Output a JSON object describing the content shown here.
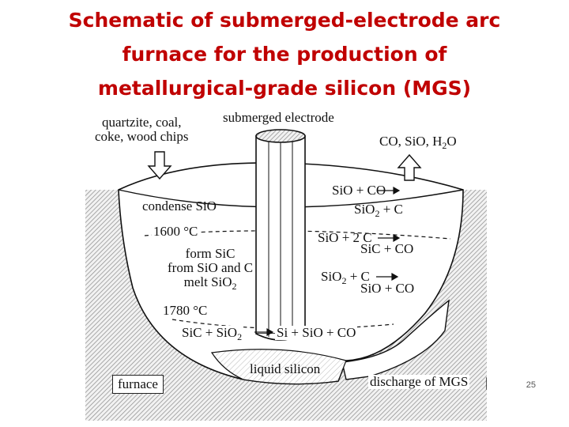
{
  "title": {
    "line1": "Schematic of submerged-electrode arc",
    "line2": "furnace for the production of",
    "line3": "metallurgical-grade silicon (MGS)"
  },
  "labels": {
    "inputs_line1": "quartzite, coal,",
    "inputs_line2": "coke, wood chips",
    "electrode": "submerged electrode",
    "gases_prefix": "CO, SiO, H",
    "gases_sub": "2",
    "gases_suffix": "O",
    "condense": "condense SiO",
    "temp1": "1600 °C",
    "form1": "form SiC",
    "form2": "from SiO and C",
    "melt_prefix": "melt SiO",
    "melt_sub": "2",
    "temp2": "1780 °C",
    "furnace": "furnace",
    "liquid": "liquid silicon",
    "discharge": "discharge of MGS"
  },
  "reactions": {
    "r1a": "SiO + CO",
    "r1b_prefix": "SiO",
    "r1b_sub": "2",
    "r1b_suffix": " + C",
    "r2a": "SiO + 2 C",
    "r2b": "SiC + CO",
    "r3a_prefix": "SiO",
    "r3a_sub": "2",
    "r3a_suffix": " + C",
    "r3b": "SiO + CO",
    "bottom_prefix": "SiC + SiO",
    "bottom_sub": "2",
    "bottom_suffix": "Si + SiO + CO"
  },
  "page_number": "25",
  "colors": {
    "title": "#c00000",
    "hatch": "#9a9a9a"
  }
}
